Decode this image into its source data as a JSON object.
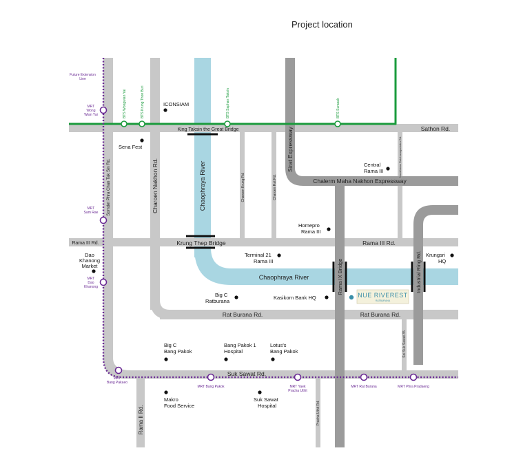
{
  "title": "Project location",
  "colors": {
    "road_grey": "#c8c8c8",
    "expressway_grey": "#9b9b9b",
    "river_blue": "#a9d6e2",
    "bts_green": "#1a9b3c",
    "mrt_purple": "#6a2a94",
    "project_dot": "#3a8ea8"
  },
  "roads": {
    "sathon": "Sathon Rd.",
    "king_taksin_bridge": "King Taksin the Great Bridge",
    "chalerm": "Chalerm Maha Nakhon Expressway",
    "rama3_left": "Rama III Rd.",
    "rama3_right": "Rama III Rd.",
    "krung_thep_bridge": "Krung Thep Bridge",
    "rat_burana_left": "Rat Burana Rd.",
    "rat_burana_right": "Rat Burana Rd.",
    "suk_sawat": "Suk Sawat Rd.",
    "sirat": "Sirat Expressway",
    "charoen_nakhon": "Charoen Nakhon Rd.",
    "somdet": "Somdet Phra Chao Tak Sin Rd.",
    "charoen_krung": "Charoen Krung Rd.",
    "charoen_rat": "Charoen Rat Rd.",
    "narathiwat": "Narathiwas Ratchanagarindra Rd.",
    "rama9_bridge": "Rama IX Bridge",
    "industrial_ring": "Industrial Ring Rd.",
    "soi_suk_sawat": "Soi Suk Sawat 35",
    "rama2": "Rama II Rd.",
    "pracha_uthit": "Pracha Uthit Rd."
  },
  "rivers": {
    "vertical": "Chaophraya River",
    "horizontal": "Chaophraya River"
  },
  "bts_stations": [
    {
      "id": "wongwian-yai",
      "label": "BTS Wongwian Yai"
    },
    {
      "id": "krung-thon-buri",
      "label": "BTS Krung Thon Buri"
    },
    {
      "id": "saphan-taksin",
      "label": "BTS Saphan Taksin"
    },
    {
      "id": "surasak",
      "label": "BTS Surasak"
    }
  ],
  "mrt_stations": {
    "future": "Future Extension Line",
    "wongwian_yai": [
      "MRT",
      "Wong",
      "Wian Yai"
    ],
    "sam_rae": [
      "MRT",
      "Sam Rae"
    ],
    "dao_khanong": [
      "MRT",
      "Dao",
      "Khanong"
    ],
    "bang_pakaeo": [
      "MRT",
      "Bang Pakaeo"
    ],
    "bang_pakok": "MRT Bang Pakok",
    "yaek_pracha_uthit": [
      "MRT Yaek",
      "Pracha Uthit"
    ],
    "rat_burana": "MRT Rat Burana",
    "phra_pradaeng": "MRT Phra Pradaeng"
  },
  "pois": {
    "iconsiam": "ICONSIAM",
    "sena_fest": "Sena Fest",
    "central_rama3": [
      "Central",
      "Rama III"
    ],
    "homepro": [
      "Homepro",
      "Rama III"
    ],
    "dao_khanong_market": [
      "Dao",
      "Khanong",
      "Market"
    ],
    "terminal21": [
      "Terminal 21",
      "Rama III"
    ],
    "krungsri": [
      "Krungsri",
      "HQ"
    ],
    "bigc_ratburana": [
      "Big C",
      "Ratburana"
    ],
    "kasikorn": "Kasikorn Bank HQ",
    "bigc_bangpakok": [
      "Big C",
      "Bang Pakok"
    ],
    "bangpakok_hospital": [
      "Bang Pakok 1",
      "Hospital"
    ],
    "lotuss": [
      "Lotus's",
      "Bang Pakok"
    ],
    "makro": [
      "Makro",
      "Food Service"
    ],
    "suksawat_hospital": [
      "Suk Sawat",
      "Hospital"
    ]
  },
  "project": {
    "name": "NUE RIVEREST",
    "sub": "RATBURANA"
  }
}
